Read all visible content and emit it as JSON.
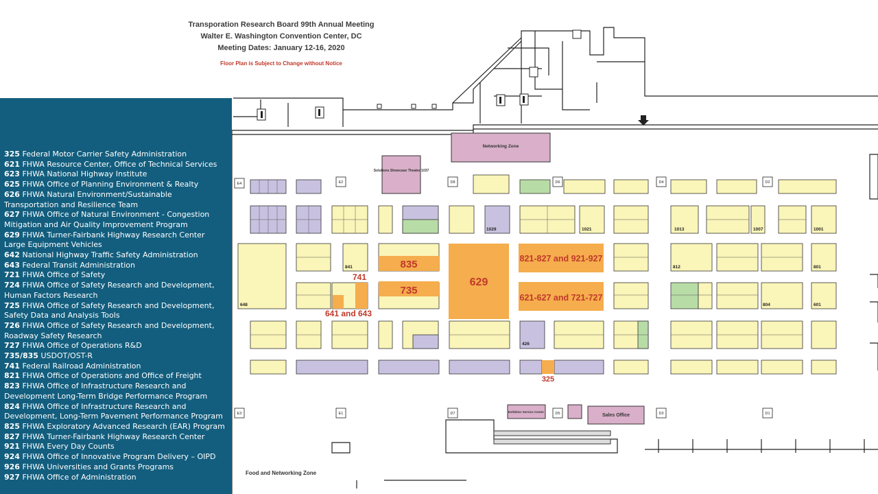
{
  "header": {
    "line1": "Transporation Research Board 99th Annual Meeting",
    "line2": "Walter E. Washington Convention Center, DC",
    "line3": "Meeting Dates: January 12-16, 2020",
    "note": "Floor Plan is Subject to Change without Notice"
  },
  "legend": [
    {
      "num": "325",
      "text": "Federal Motor Carrier Safety Administration"
    },
    {
      "num": "621",
      "text": "FHWA Resource Center, Office of Technical Services"
    },
    {
      "num": "623",
      "text": "FHWA National Highway Institute"
    },
    {
      "num": "625",
      "text": "FHWA Office of Planning Environment & Realty"
    },
    {
      "num": "626",
      "text": "FHWA Natural Environment/Sustainable Transportation and Resilience Team"
    },
    {
      "num": "627",
      "text": "FHWA Office of Natural Environment - Congestion Mitigation and Air Quality Improvement Program"
    },
    {
      "num": "629",
      "text": "FHWA Turner-Fairbank Highway Research Center Large Equipment Vehicles"
    },
    {
      "num": "642",
      "text": "National Highway Traffic Safety Administration"
    },
    {
      "num": "643",
      "text": "Federal Transit Administration"
    },
    {
      "num": "721",
      "text": "FHWA Office of Safety"
    },
    {
      "num": "724",
      "text": "FHWA Office of Safety Research and Development, Human Factors Research"
    },
    {
      "num": "725",
      "text": "FHWA Office of Safety Research and Development, Safety Data and Analysis Tools"
    },
    {
      "num": "726",
      "text": "FHWA Office of Safety Research and Development, Roadway Safety Research"
    },
    {
      "num": "727",
      "text": "FHWA Office of Operations R&D"
    },
    {
      "num": "735/835",
      "text": "USDOT/OST-R"
    },
    {
      "num": "741",
      "text": "Federal Railroad Administration"
    },
    {
      "num": "821",
      "text": "FHWA Office of Operations and Office of Freight"
    },
    {
      "num": "823",
      "text": "FHWA Office of Infrastructure Research and Development Long-Term Bridge Performance Program"
    },
    {
      "num": "824",
      "text": "FHWA Office of Infrastructure Research and Development, Long-Term Pavement Performance Program"
    },
    {
      "num": "825",
      "text": "FHWA Exploratory Advanced Research (EAR) Program"
    },
    {
      "num": "827",
      "text": "FHWA Turner-Fairbank Highway Research Center"
    },
    {
      "num": "921",
      "text": "FHWA Every Day Counts"
    },
    {
      "num": "924",
      "text": "FHWA Office of Innovative Program Delivery – OIPD"
    },
    {
      "num": "926",
      "text": "FHWA Universities and Grants Programs"
    },
    {
      "num": "927",
      "text": "FHWA Office of Administration"
    }
  ],
  "map": {
    "networking_zone": "Networking Zone",
    "solutions_theater": "Solutions Showcase Theater 1037",
    "exhibitor_service": "Exhibitor Service Center",
    "sales_office": "Sales Office",
    "food_zone": "Food and Networking Zone",
    "doors": [
      "E4",
      "E2",
      "D8",
      "D6",
      "D4",
      "D2",
      "E3",
      "E1",
      "D7",
      "D5",
      "D3",
      "D1"
    ],
    "highlight_labels": {
      "b835": "835",
      "b735": "735",
      "b629": "629",
      "b741": "741",
      "b641": "641 and 643",
      "b821": "821-827 and 921-927",
      "b621": "621-627 and 721-727",
      "b325": "325"
    },
    "booth_labels": [
      "1013",
      "1007",
      "1001",
      "1029",
      "1021",
      "648",
      "841",
      "812",
      "801",
      "804",
      "601",
      "426"
    ]
  },
  "colors": {
    "panel": "#135e7e",
    "highlight": "#f5ad4d",
    "booth": "#faf5b8",
    "purple": "#c8c2e0",
    "green": "#b8dca6",
    "zone": "#d9afc9",
    "label_red": "#c0392b"
  }
}
